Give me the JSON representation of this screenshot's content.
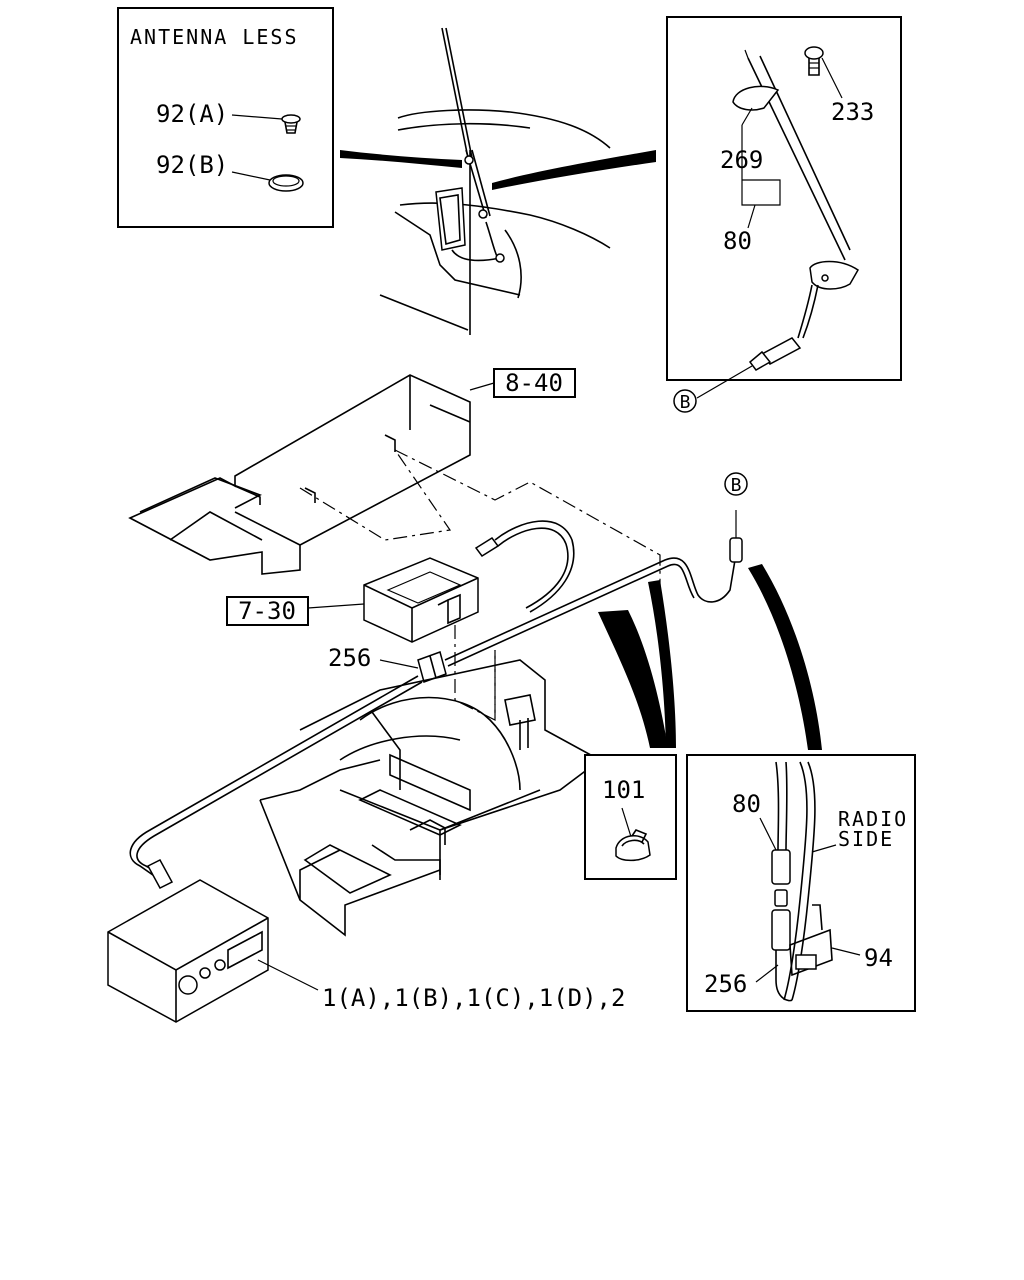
{
  "colors": {
    "ink": "#000000",
    "paper": "#ffffff"
  },
  "inset_antenna_less": {
    "title": "ANTENNA LESS",
    "label_92a": "92(A)",
    "label_92b": "92(B)"
  },
  "inset_antenna_detail": {
    "label_233": "233",
    "label_269": "269",
    "label_80": "80",
    "connector_b": "B"
  },
  "main": {
    "ref_8_40": "8-40",
    "ref_7_30": "7-30",
    "label_256": "256",
    "connector_b": "B",
    "radio_label": "1(A),1(B),1(C),1(D),2"
  },
  "inset_clip": {
    "label_101": "101"
  },
  "inset_radio_side": {
    "label_80": "80",
    "radio_line1": "RADIO",
    "radio_line2": "SIDE",
    "label_94": "94",
    "label_256": "256"
  }
}
